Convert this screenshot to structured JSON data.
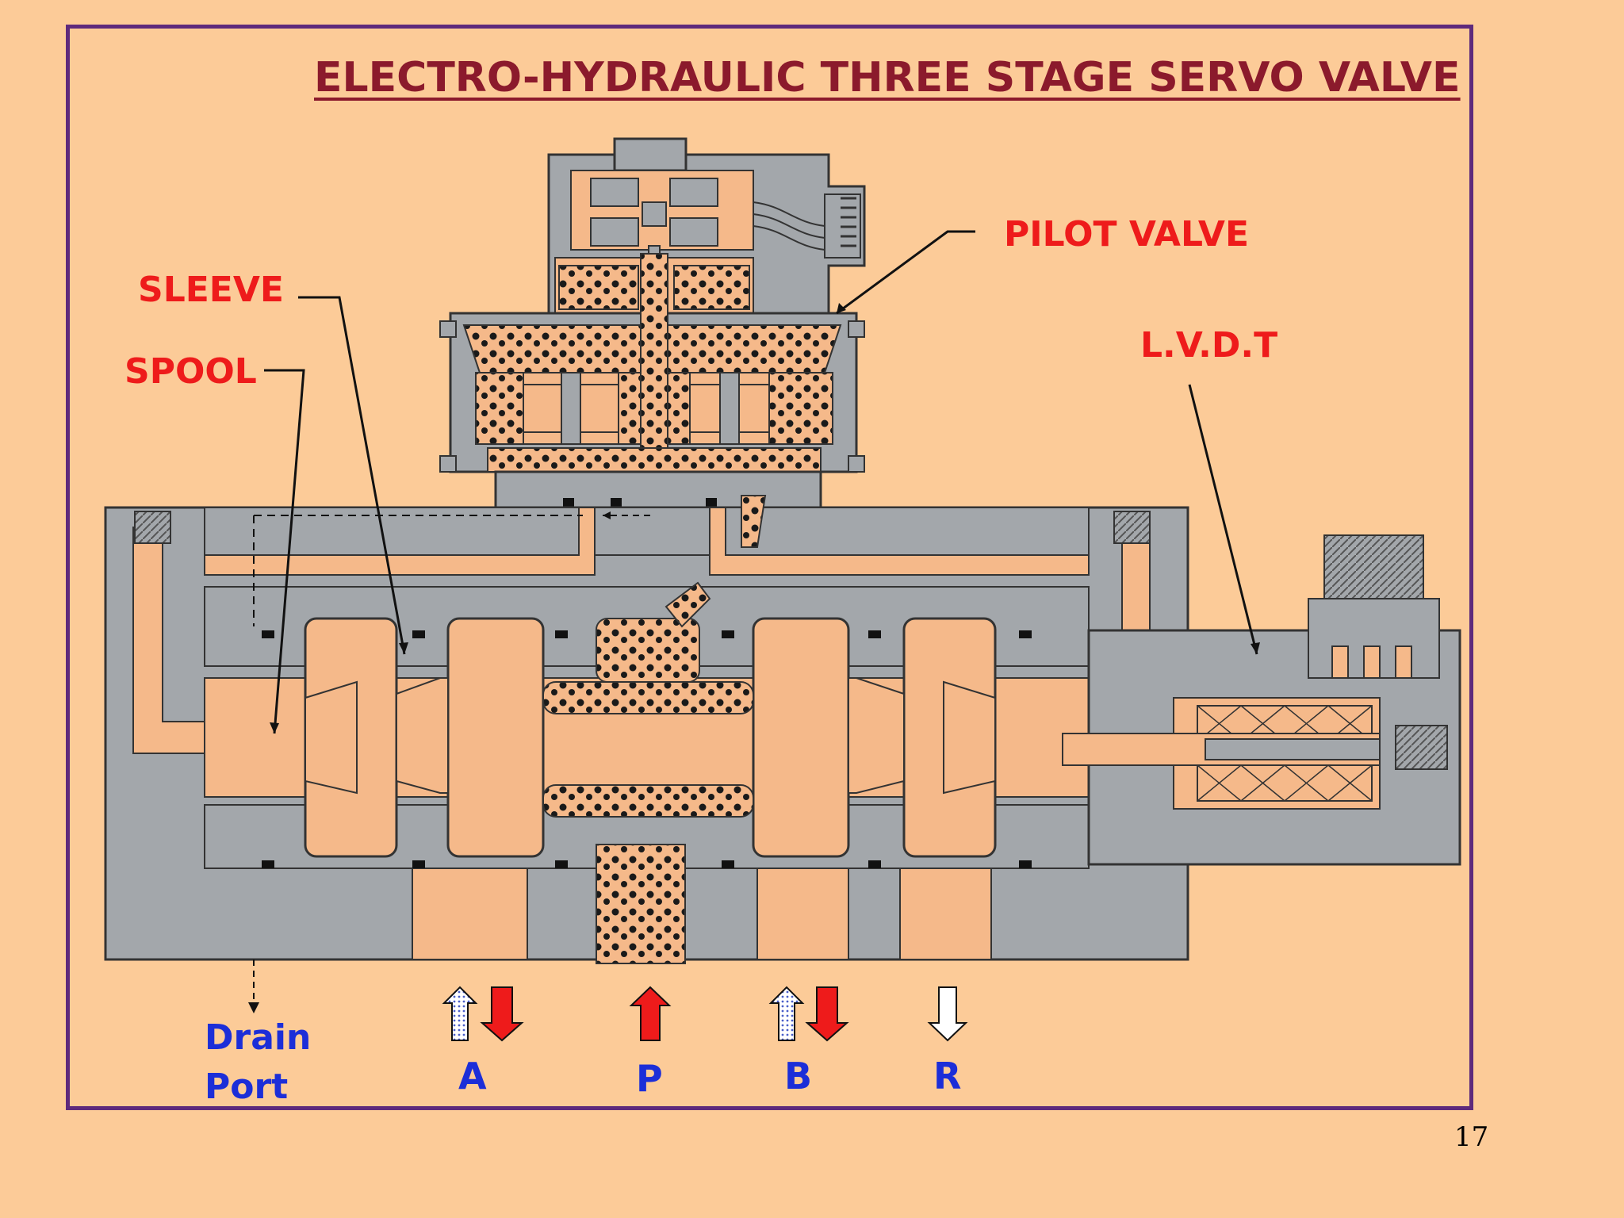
{
  "title": "ELECTRO-HYDRAULIC THREE STAGE SERVO VALVE",
  "labels": {
    "pilot_valve": "PILOT  VALVE",
    "sleeve": "SLEEVE",
    "spool": "SPOOL",
    "lvdt": "L.V.D.T"
  },
  "ports": {
    "drain_line1": "Drain",
    "drain_line2": "Port",
    "a": "A",
    "p": "P",
    "b": "B",
    "r": "R"
  },
  "page_number": "17",
  "colors": {
    "background": "#fccb98",
    "frame": "#5e2a7c",
    "title": "#8b1a2c",
    "callout": "#ee1b1b",
    "port_label": "#1c2ed8",
    "body_metal": "#a3a7ab",
    "fluid": "#f5b98a",
    "pressure_arrow": "#ee1b1b"
  }
}
